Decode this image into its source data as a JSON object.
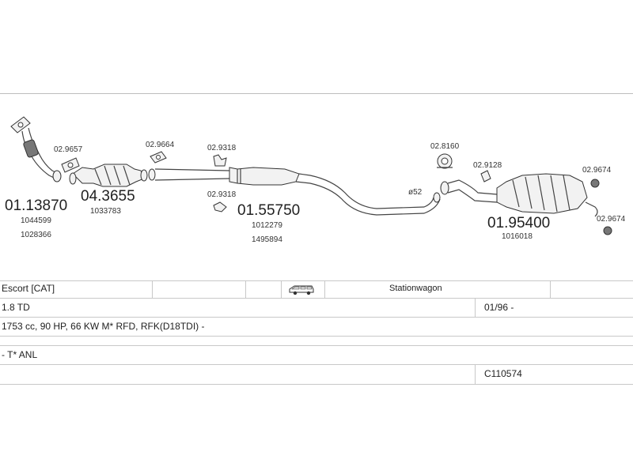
{
  "diagram": {
    "parts": {
      "downpipe": {
        "number": "01.13870",
        "refs": [
          "1044599",
          "1028366"
        ]
      },
      "catalyst": {
        "number": "04.3655",
        "refs": [
          "1033783"
        ]
      },
      "front_gasket": {
        "number": "02.9657"
      },
      "cat_flange_gasket": {
        "number": "02.9664"
      },
      "mid_gasket": {
        "number": "02.9318"
      },
      "mid_mount": {
        "number": "02.9318"
      },
      "centre_silencer": {
        "number": "01.55750",
        "refs": [
          "1012279",
          "1495894"
        ]
      },
      "pipe_diameter": {
        "label": "ø52"
      },
      "rear_clamp": {
        "number": "02.8160"
      },
      "rear_gasket": {
        "number": "02.9128"
      },
      "rear_silencer": {
        "number": "01.95400",
        "refs": [
          "1016018"
        ]
      },
      "rear_mount_top": {
        "number": "02.9674"
      },
      "rear_mount_bottom": {
        "number": "02.9674"
      }
    }
  },
  "vehicle": {
    "model": "Escort   [CAT]",
    "body_icon": "station-wagon-car-icon",
    "body_type": "Stationwagon",
    "engine": "1.8 TD",
    "date_from": "01/96 -",
    "spec": "1753 cc, 90 HP, 66 KW M* RFD, RFK(D18TDI) -",
    "notes": "- T* ANL",
    "catalog_number": "C110574"
  }
}
